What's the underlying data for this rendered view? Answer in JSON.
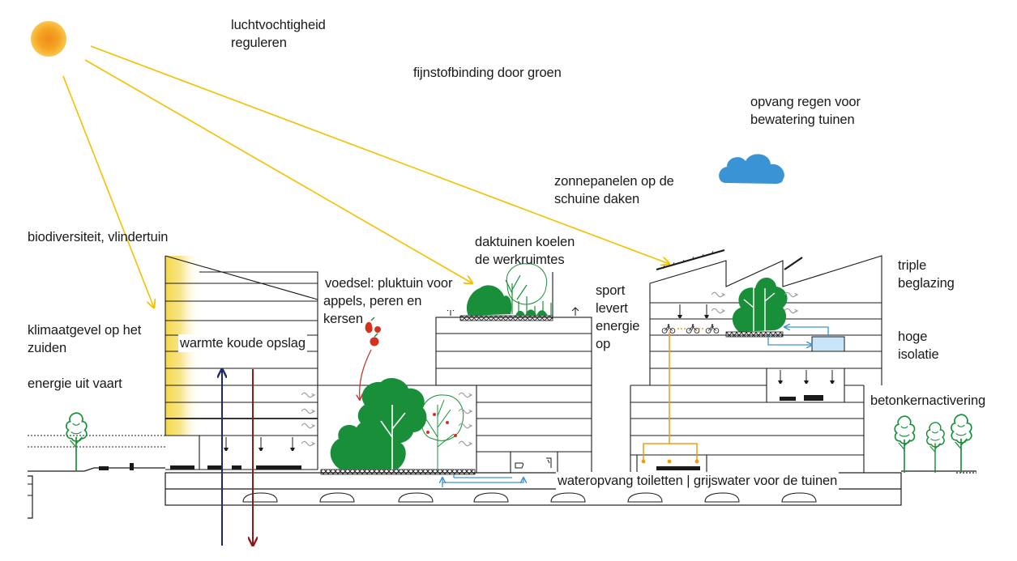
{
  "colors": {
    "sun": "#f5a623",
    "sun_ray": "#f2c000",
    "cloud": "#3a93d4",
    "greenery": "#1a8f3a",
    "fruit": "#d4311f",
    "fruit_arrow": "#c0392b",
    "water_pipe": "#3a93d4",
    "energy_pipe": "#f39c12",
    "cold_arrow": "#1c2a6e",
    "warm_arrow": "#8b1a1a",
    "climate_facade": "#f7e27a",
    "building_line": "#1a1a1a",
    "heat_wave": "#9a9a9a"
  },
  "icons": {
    "sun": "sun-icon",
    "cloud": "cloud-icon",
    "tree": "tree-icon",
    "solar_panel": "solar-panel-icon",
    "water_tank": "water-tank-icon",
    "bicycle": "bicycle-icon",
    "fruit": "fruit-icon",
    "heat_wave": "heat-wave-icon"
  },
  "labels": {
    "humidity": [
      "luchtvochtigheid",
      "reguleren"
    ],
    "fine_dust": [
      "fijnstofbinding door groen"
    ],
    "rain": [
      "opvang regen voor",
      "bewatering tuinen"
    ],
    "solar": [
      "zonnepanelen op de",
      "schuine daken"
    ],
    "biodiversity": [
      "biodiversiteit, vlindertuin"
    ],
    "roof_gardens": [
      "daktuinen koelen",
      "de werkruimtes"
    ],
    "food": [
      "voedsel: pluktuin voor",
      "appels, peren en",
      "kersen"
    ],
    "sport": [
      "sport",
      "levert",
      "energie",
      "op"
    ],
    "glazing": [
      "triple",
      "beglazing"
    ],
    "insulation": [
      "hoge",
      "isolatie"
    ],
    "climate_facade": [
      "klimaatgevel op het",
      "zuiden"
    ],
    "thermal_storage": [
      "warmte koude opslag"
    ],
    "canal_energy": [
      "energie uit vaart"
    ],
    "concrete": [
      "betonkernactivering"
    ],
    "greywater": [
      "wateropvang toiletten | grijswater voor de tuinen"
    ]
  }
}
